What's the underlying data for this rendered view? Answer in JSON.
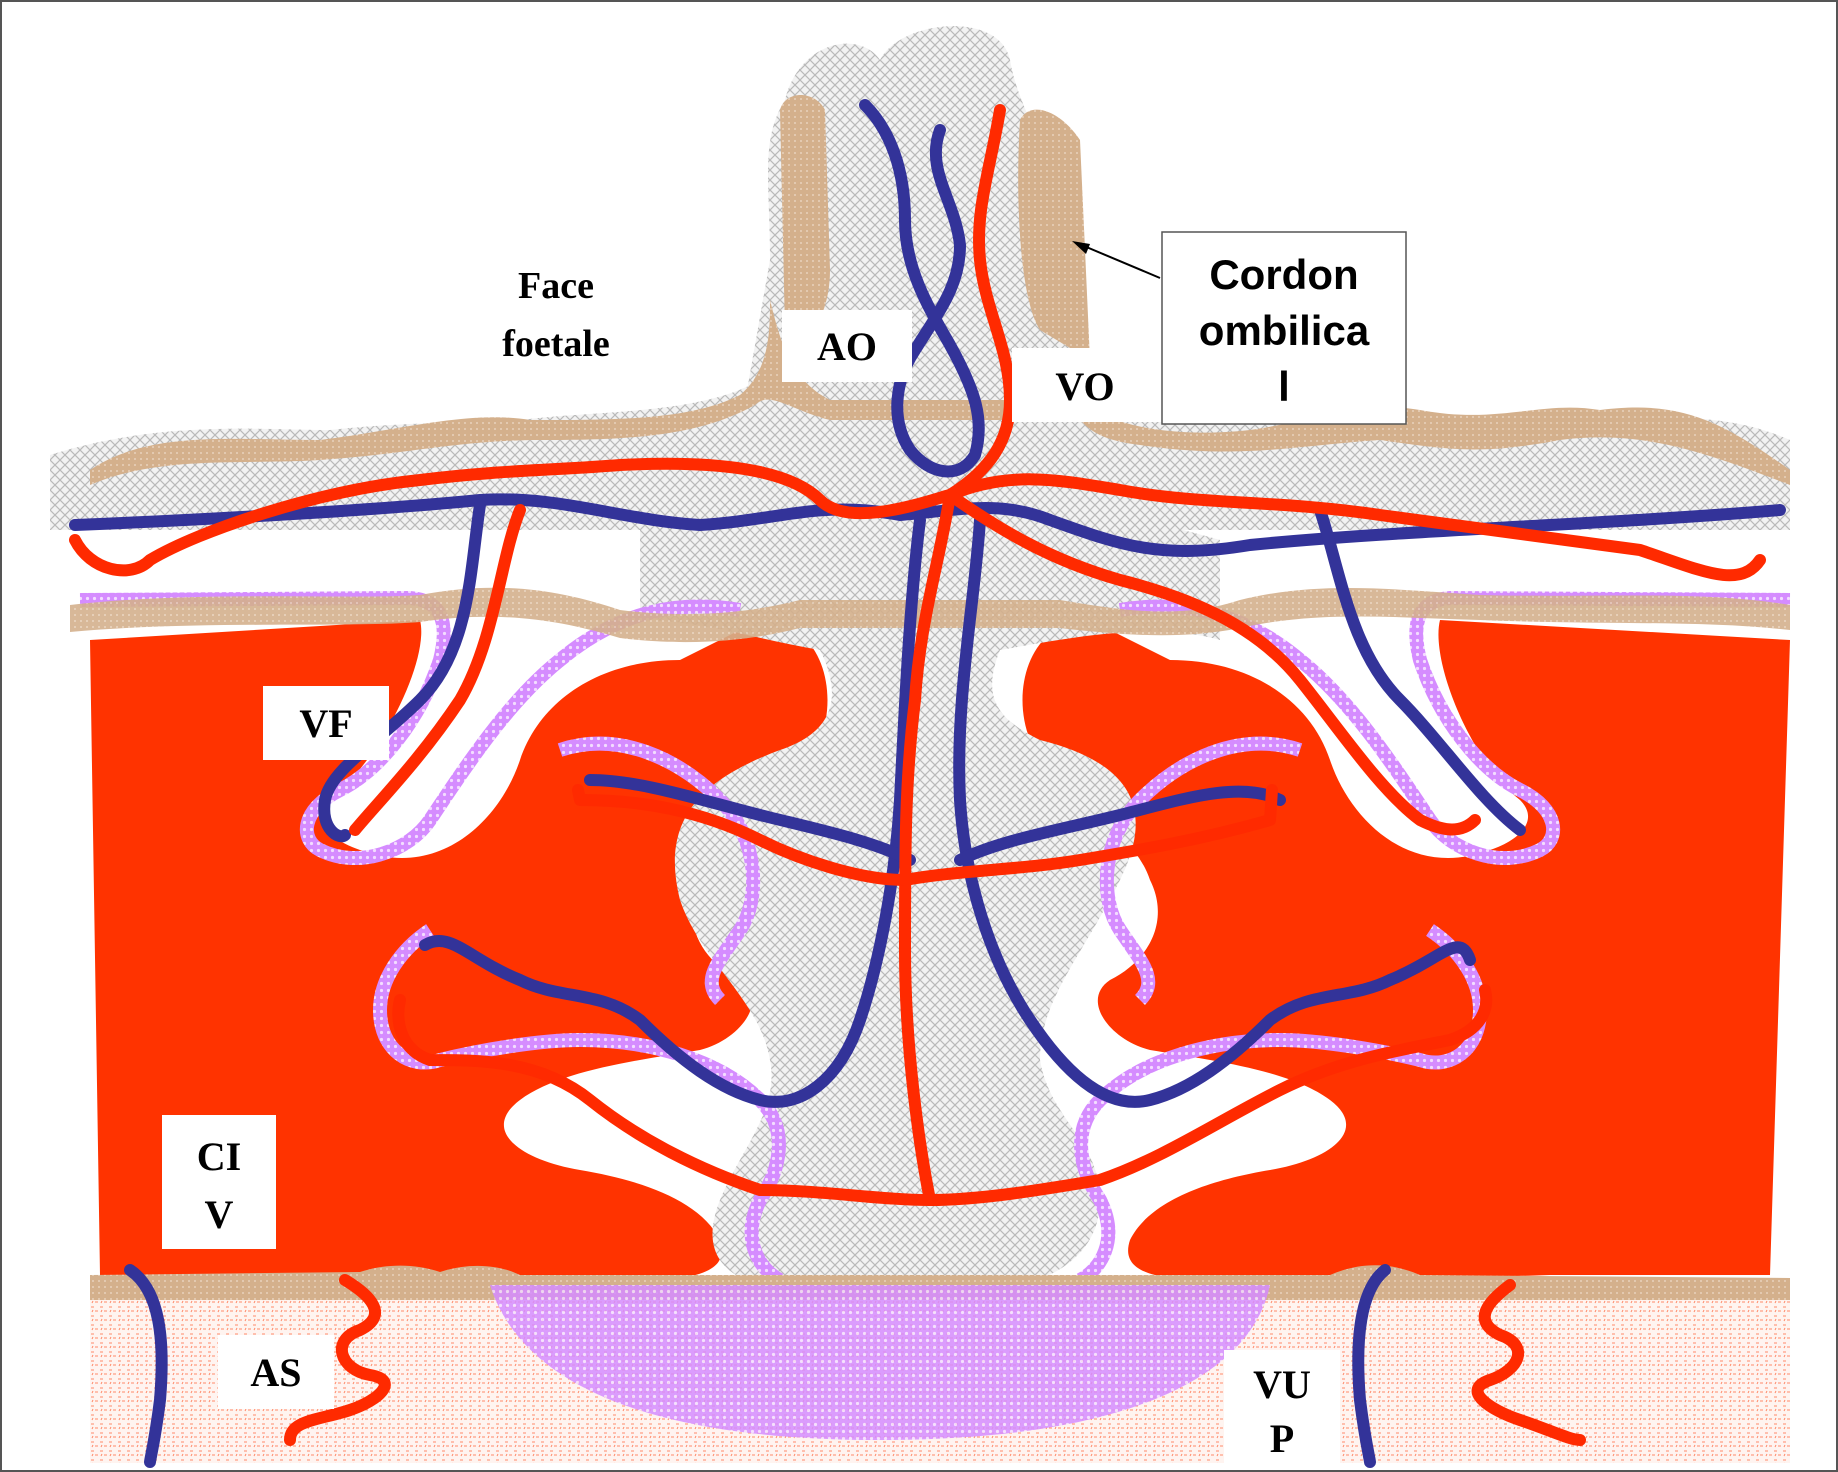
{
  "labels": {
    "face_foetale_line1": "Face",
    "face_foetale_line2": "foetale",
    "ao": "AO",
    "vo": "VO",
    "cordon_line1": "Cordon",
    "cordon_line2": "ombilica",
    "cordon_line3": "l",
    "vf": "VF",
    "civ_line1": "CI",
    "civ_line2": "V",
    "as": "AS",
    "vup_line1": "VU",
    "vup_line2": "P"
  },
  "colors": {
    "artery": "#ff2a00",
    "vein": "#333399",
    "maternal_blood": "#ff3300",
    "chorion_tan": "#d9b48f",
    "fetal_tissue": "#c8c8c8",
    "syncytio_purple": "#cc66ff",
    "decidua_dots": "#ff7f5a"
  }
}
